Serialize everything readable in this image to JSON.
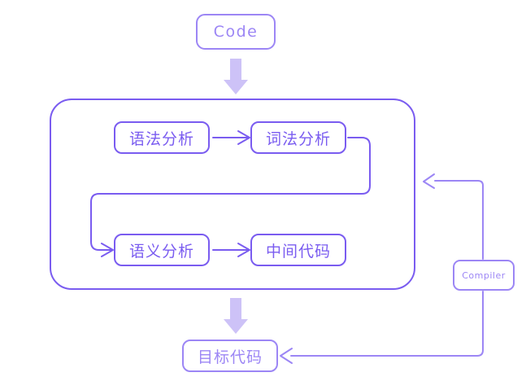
{
  "diagram": {
    "title": "Compiler pipeline flowchart",
    "colors": {
      "stroke": "#7a5cf0",
      "light_stroke": "#9c86f5",
      "block_arrow_fill": "#cdc2f7",
      "background": "#ffffff"
    },
    "nodes": [
      {
        "id": "code",
        "label": "Code",
        "kind": "latin"
      },
      {
        "id": "syntax",
        "label": "语法分析",
        "kind": "cjk"
      },
      {
        "id": "lexical",
        "label": "词法分析",
        "kind": "cjk"
      },
      {
        "id": "semantic",
        "label": "语义分析",
        "kind": "cjk"
      },
      {
        "id": "intermediate",
        "label": "中间代码",
        "kind": "cjk"
      },
      {
        "id": "target",
        "label": "目标代码",
        "kind": "cjk"
      },
      {
        "id": "compiler",
        "label": "Compiler",
        "kind": "small-latin"
      }
    ],
    "edges": [
      {
        "from": "code",
        "to": "compiler-container",
        "style": "block-arrow-down"
      },
      {
        "from": "syntax",
        "to": "lexical",
        "style": "thin-arrow-right"
      },
      {
        "from": "lexical",
        "to": "semantic",
        "style": "thin-arrow-wrap"
      },
      {
        "from": "semantic",
        "to": "intermediate",
        "style": "thin-arrow-right"
      },
      {
        "from": "compiler-container",
        "to": "target",
        "style": "block-arrow-down"
      },
      {
        "from": "compiler",
        "to": "compiler-container",
        "style": "thin-arrow-left"
      },
      {
        "from": "compiler",
        "to": "target",
        "style": "thin-arrow-left"
      }
    ],
    "container": {
      "id": "compiler-container",
      "label": ""
    }
  }
}
